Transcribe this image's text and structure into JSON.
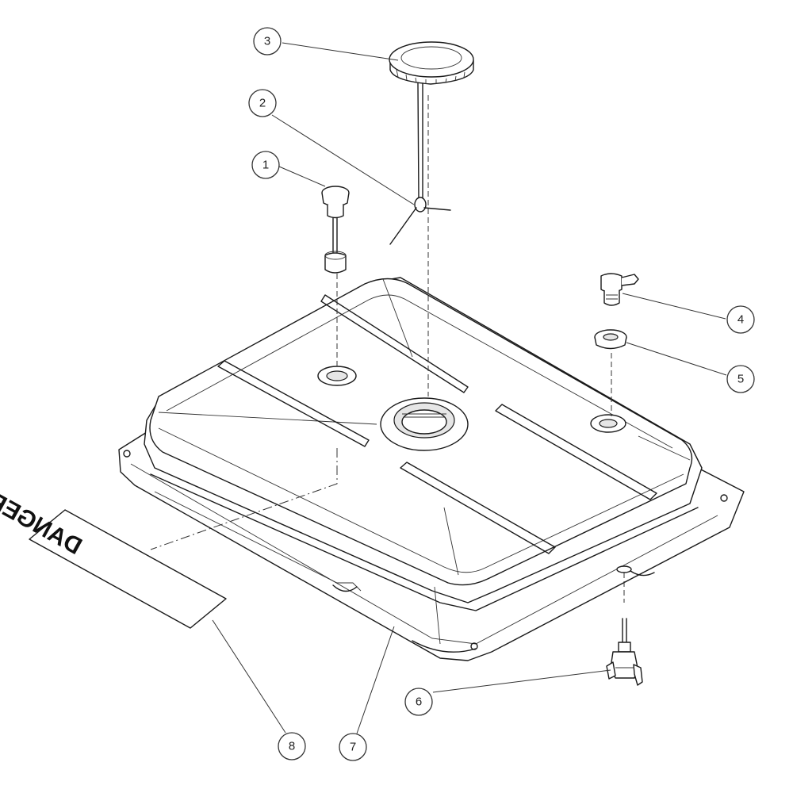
{
  "callouts": [
    {
      "number": "1",
      "part": "dipstick-plug"
    },
    {
      "number": "2",
      "part": "retaining-strap"
    },
    {
      "number": "3",
      "part": "fuel-cap"
    },
    {
      "number": "4",
      "part": "vent-fitting"
    },
    {
      "number": "5",
      "part": "grommet"
    },
    {
      "number": "6",
      "part": "fuel-valve"
    },
    {
      "number": "7",
      "part": "fuel-tank"
    },
    {
      "number": "8",
      "part": "danger-label"
    }
  ],
  "label": {
    "text": "DANGER"
  }
}
